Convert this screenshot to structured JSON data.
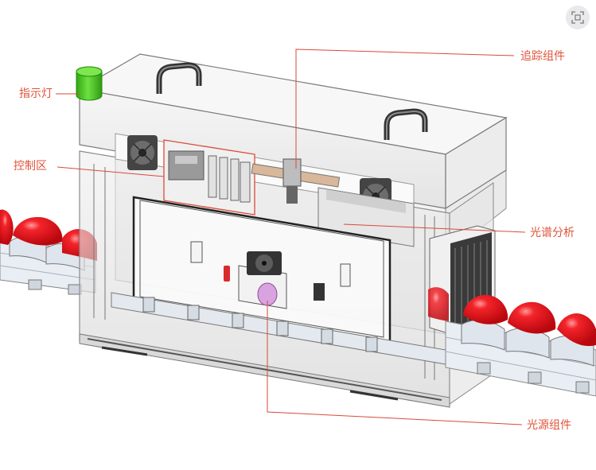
{
  "labels": {
    "indicator_light": "指示灯",
    "control_area": "控制区",
    "tracking_assembly": "追踪组件",
    "spectrum_analysis": "光谱分析",
    "light_source_assembly": "光源组件"
  },
  "icons": {
    "toolbar": "scan-icon"
  },
  "colors": {
    "callout_text": "#e0533a",
    "callout_line": "#d94a3a",
    "fruit_red": "#e8101a",
    "indicator_green": "#4ed025"
  }
}
